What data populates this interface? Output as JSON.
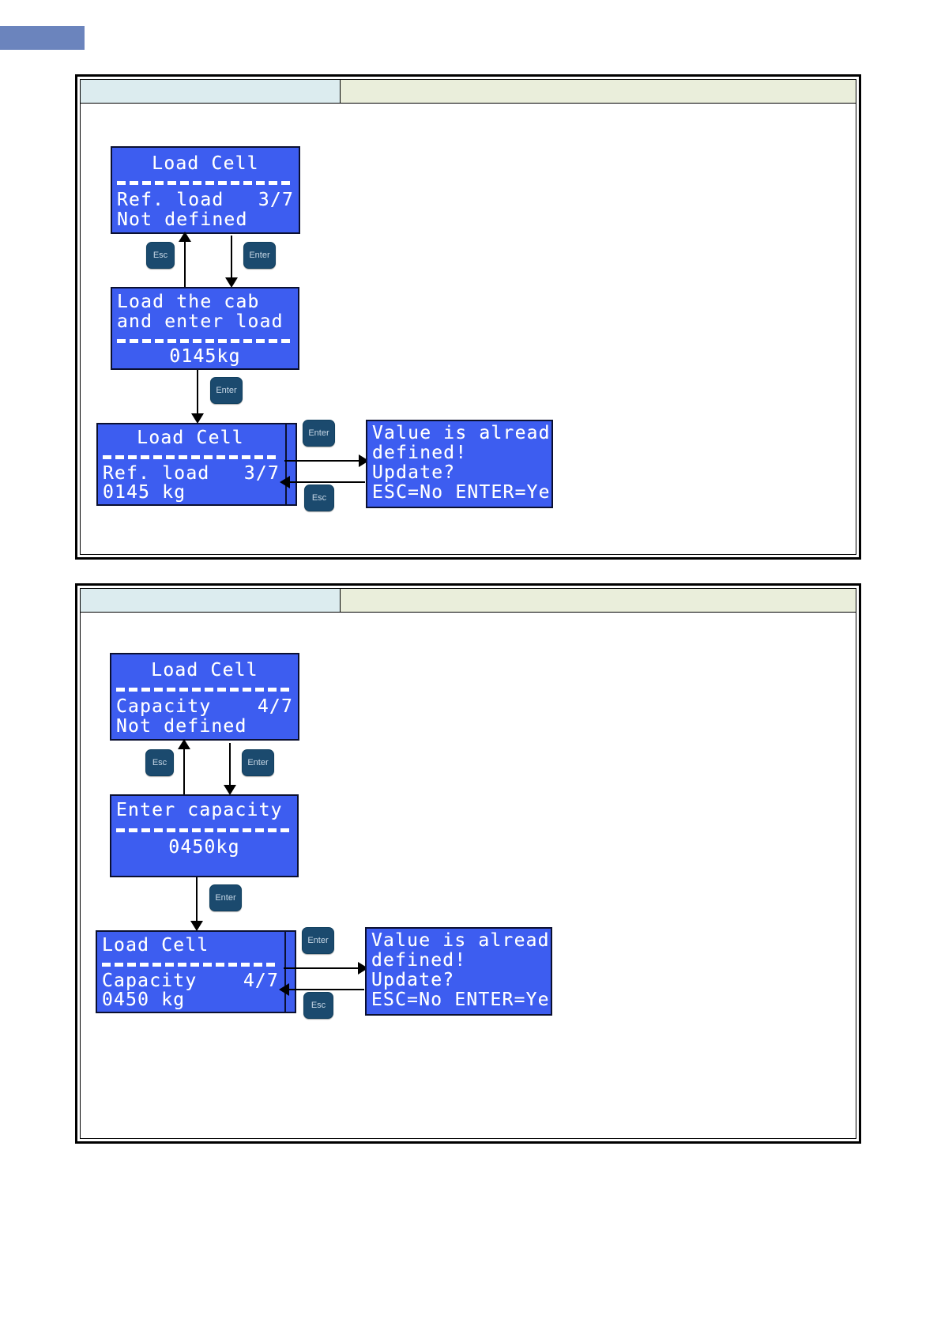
{
  "colors": {
    "accent_bar": "#6b84bd",
    "lcd_background": "#3d5df0",
    "lcd_text": "#ffffff",
    "key_background": "#1b4a6e",
    "key_text": "#c8d8e6",
    "header_cell_left": "#dcecef",
    "header_cell_right": "#eaeedb",
    "border": "#000000"
  },
  "keys": {
    "esc": "Esc",
    "enter": "Enter"
  },
  "sections": [
    {
      "name": "ref-load-section",
      "header": {
        "left": "",
        "right": ""
      },
      "screens": {
        "menu": {
          "title": "Load Cell",
          "separator": "----------------",
          "label": "Ref. load",
          "index": "3/7",
          "status": "Not defined"
        },
        "prompt": {
          "line1": "Load the cab",
          "line2": "and enter load",
          "separator": "----------------",
          "value": "0145kg"
        },
        "confirm_menu": {
          "title": "Load Cell",
          "separator": "----------------",
          "label": "Ref. load",
          "index": "3/7",
          "value": "0145 kg"
        },
        "dialog": {
          "line1": "Value is already",
          "line2": "defined!",
          "line3": "Update?",
          "line4": "ESC=No ENTER=Yes"
        }
      }
    },
    {
      "name": "capacity-section",
      "header": {
        "left": "",
        "right": ""
      },
      "screens": {
        "menu": {
          "title": "Load Cell",
          "separator": "----------------",
          "label": "Capacity",
          "index": "4/7",
          "status": "Not defined"
        },
        "prompt": {
          "line1": "Enter capacity",
          "separator": "----------------",
          "value": "0450kg"
        },
        "confirm_menu": {
          "title": "Load Cell",
          "separator": "----------------",
          "label": "Capacity",
          "index": "4/7",
          "value": "0450 kg"
        },
        "dialog": {
          "line1": "Value is already",
          "line2": "defined!",
          "line3": "Update?",
          "line4": "ESC=No ENTER=Yes"
        }
      }
    }
  ]
}
